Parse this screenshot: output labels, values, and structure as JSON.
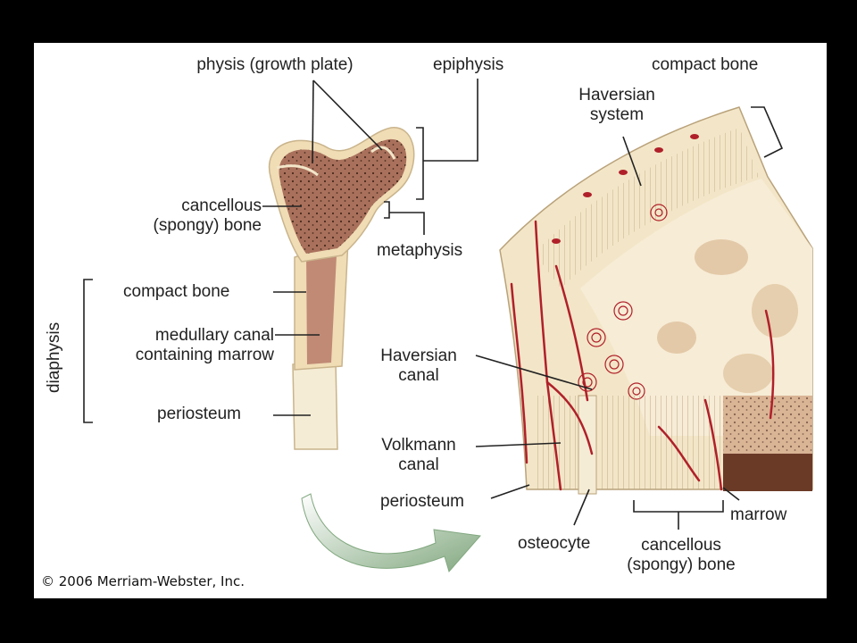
{
  "labels": {
    "physis": "physis (growth plate)",
    "epiphysis": "epiphysis",
    "compact_bone_top": "compact bone",
    "haversian_system": "Haversian\nsystem",
    "cancellous_left": "cancellous\n(spongy) bone",
    "metaphysis": "metaphysis",
    "compact_bone_left": "compact bone",
    "diaphysis": "diaphysis",
    "medullary": "medullary canal\ncontaining marrow",
    "periosteum_left": "periosteum",
    "haversian_canal": "Haversian\ncanal",
    "volkmann": "Volkmann\ncanal",
    "periosteum_right": "periosteum",
    "osteocyte": "osteocyte",
    "marrow": "marrow",
    "cancellous_right": "cancellous\n(spongy) bone"
  },
  "copyright": "© 2006 Merriam-Webster, Inc.",
  "colors": {
    "background": "#000000",
    "panel": "#ffffff",
    "bone_cream": "#f3e6c8",
    "spongy": "#a9715c",
    "vessel": "#b0202a",
    "marrow_dark": "#6b3a27",
    "arrow_green": "#7fa57a"
  }
}
